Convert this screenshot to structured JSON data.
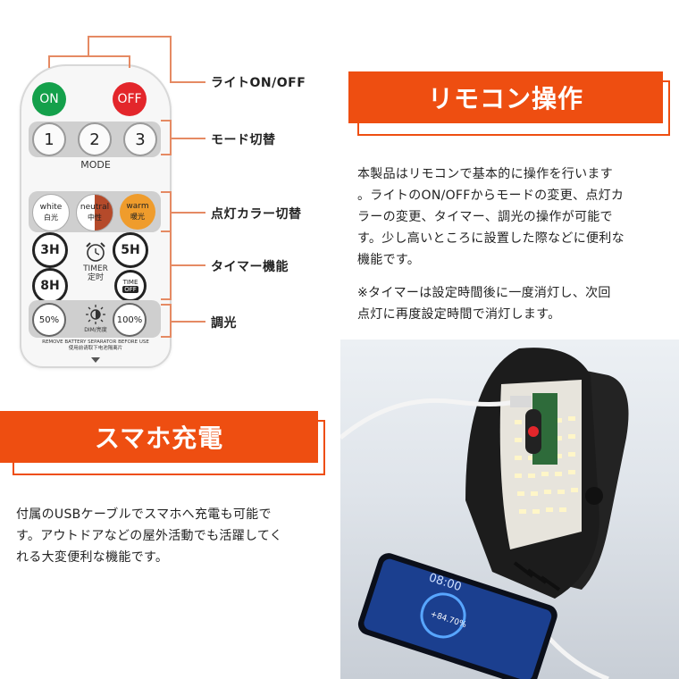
{
  "remote": {
    "on_label": "ON",
    "off_label": "OFF",
    "mode_buttons": [
      "1",
      "2",
      "3"
    ],
    "mode_label": "MODE",
    "color_buttons": [
      {
        "en": "white",
        "jp": "白光"
      },
      {
        "en": "neutral",
        "jp": "中性"
      },
      {
        "en": "warm",
        "jp": "暖光"
      }
    ],
    "timer_buttons": [
      "3H",
      "5H",
      "8H"
    ],
    "timer_label_en": "TIMER",
    "timer_label_jp": "定时",
    "time_off_top": "TIME",
    "time_off_bottom": "OFF",
    "dim_buttons": [
      "50%",
      "100%"
    ],
    "dim_label": "DIM/亮度",
    "remove_label_en": "REMOVE BATTERY SEPARATOR BEFORE USE",
    "remove_label_cn": "使用前请取下电池隔离片"
  },
  "callouts": {
    "on_off": "ライトON/OFF",
    "mode": "モード切替",
    "color": "点灯カラー切替",
    "timer": "タイマー機能",
    "dimming": "調光"
  },
  "section_remote": {
    "title": "リモコン操作",
    "body": [
      "本製品はリモコンで基本的に操作を行います",
      "。ライトのON/OFFからモードの変更、点灯カ",
      "ラーの変更、タイマー、調光の操作が可能で",
      "す。少し高いところに設置した際などに便利な",
      "機能です。"
    ],
    "note": [
      "※タイマーは設定時間後に一度消灯し、次回",
      "点灯に再度設定時間で消灯します。"
    ]
  },
  "section_charge": {
    "title": "スマホ充電",
    "body": [
      "付属のUSBケーブルでスマホへ充電も可能で",
      "す。アウトドアなどの屋外活動でも活躍してく",
      "れる大変便利な機能です。"
    ]
  },
  "photo": {
    "phone_time": "08:00",
    "phone_percent": "+84.70%"
  },
  "colors": {
    "accent": "#ee4e11",
    "callout_line": "#e58a63",
    "on_green": "#14a04b",
    "off_red": "#e3262b",
    "warm_orange": "#ef9c2c"
  }
}
